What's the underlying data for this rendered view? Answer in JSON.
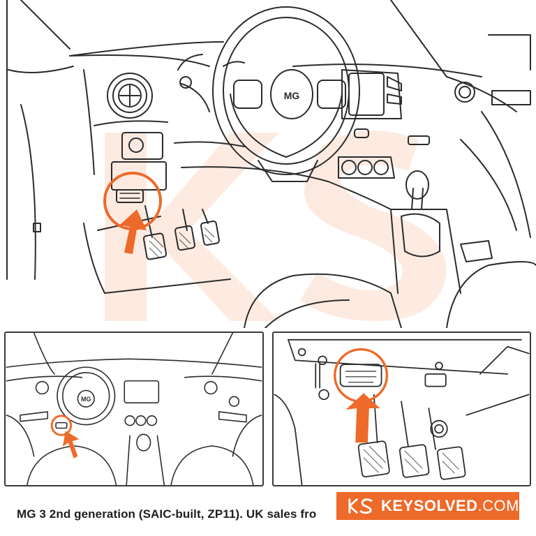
{
  "caption": {
    "text": "MG 3 2nd generation (SAIC-built, ZP11). UK sales fro"
  },
  "brand": {
    "name": "KEYSOLVED",
    "tld": ".COM",
    "color": "#ee6a2a"
  },
  "main_illustration": {
    "badge_text": "MG",
    "highlight_color": "#ee6a2a"
  },
  "inset_left": {
    "badge_text": "MG"
  },
  "inset_right": {}
}
